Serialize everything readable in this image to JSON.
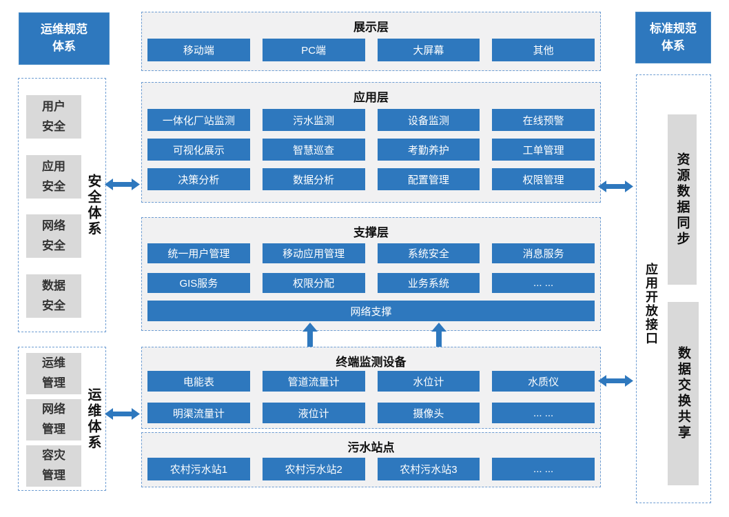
{
  "colors": {
    "node_blue": "#2e78be",
    "arrow_blue": "#2e78be",
    "panel_bg": "#f1f1f2",
    "gray_box": "#d9d9d9",
    "dashed_border": "#6b9bd2"
  },
  "left_panel": {
    "header": "运维规范体系",
    "security": {
      "label": "安全体系",
      "items": [
        "用户安全",
        "应用安全",
        "网络安全",
        "数据安全"
      ]
    },
    "ops": {
      "label": "运维体系",
      "items": [
        "运维管理",
        "网络管理",
        "容灾管理"
      ]
    }
  },
  "right_panel": {
    "header": "标准规范体系",
    "open_interface_label": "应用开放接口",
    "sync_item": "资源数据同步",
    "exchange_item": "数据交换共享"
  },
  "layers": {
    "presentation": {
      "title": "展示层",
      "items": [
        "移动端",
        "PC端",
        "大屏幕",
        "其他"
      ]
    },
    "application": {
      "title": "应用层",
      "items": [
        "一体化厂站监测",
        "污水监测",
        "设备监测",
        "在线预警",
        "可视化展示",
        "智慧巡查",
        "考勤养护",
        "工单管理",
        "决策分析",
        "数据分析",
        "配置管理",
        "权限管理"
      ]
    },
    "support": {
      "title": "支撑层",
      "items": [
        "统一用户管理",
        "移动应用管理",
        "系统安全",
        "消息服务",
        "GIS服务",
        "权限分配",
        "业务系统",
        "... ..."
      ],
      "wide_item": "网络支撑"
    },
    "terminal": {
      "title": "终端监测设备",
      "items": [
        "电能表",
        "管道流量计",
        "水位计",
        "水质仪",
        "明渠流量计",
        "液位计",
        "摄像头",
        "... ..."
      ]
    },
    "stations": {
      "title": "污水站点",
      "items": [
        "农村污水站1",
        "农村污水站2",
        "农村污水站3",
        "... ..."
      ]
    }
  }
}
